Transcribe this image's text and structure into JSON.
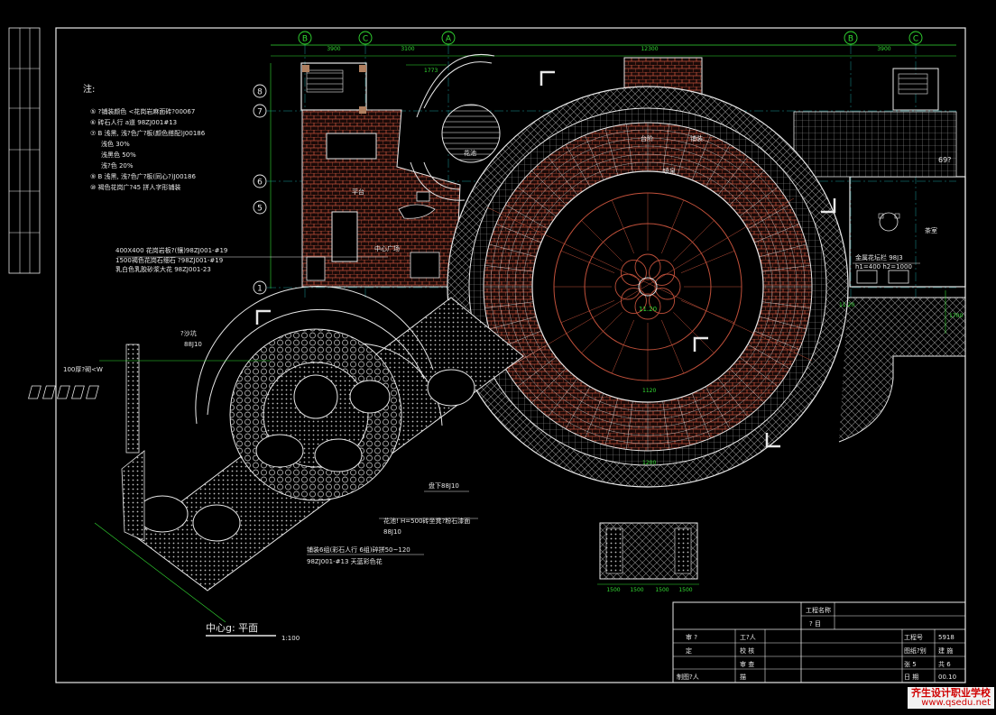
{
  "drawing": {
    "title": "中心g: 平面",
    "scale": "1:100",
    "colors": {
      "background": "#000000",
      "frame": "#e8e8e8",
      "paving_red": "#c0503a",
      "dim_green": "#33dd33",
      "pattern_grey": "#d0d0d0",
      "axis_cyan": "#20c0c0"
    }
  },
  "grid_labels": {
    "top": [
      "B",
      "C",
      "A",
      "B",
      "C"
    ],
    "left": [
      "8",
      "7",
      "6",
      "5",
      "1"
    ]
  },
  "top_dims": [
    "3900",
    "3100",
    "12300",
    "3900"
  ],
  "bottom_dims": [
    "1500",
    "1500",
    "1500",
    "1500"
  ],
  "notes": {
    "heading": "注:",
    "items": [
      "⑤ ?铺装颜色 <花岗岩麻面砖?00067",
      "⑥ 砖石人行 a道 98ZJ001#13",
      "⑦ B 浅黑, 浅?色广?板(颜色搭配)J00186",
      "浅色 30%",
      "浅黑色 50%",
      "浅?色 20%",
      "⑨ B 浅黑, 浅?色广?板(同心?)J00186",
      "⑩ 褐色花岗广?45 拼人字形铺装"
    ]
  },
  "callouts": [
    "400X400 花岗岩板?(镶)98ZJ001-#19",
    "1500褐色花岗石细石 ?98ZJ001-#19",
    "乳白色乳胶砂浆大花 98ZJ001-23"
  ],
  "plan_labels": {
    "plaza": "中心广场",
    "terrace": "平台",
    "garden": "花池",
    "room": "茶室",
    "step": "台阶",
    "fountain": "喷泉",
    "stair": "楼梯",
    "walk": "铺装",
    "pool_note": "金属花坛栏 98J3",
    "pool_h": "h1=400 h2=1000",
    "detail_ref": "?沙坑",
    "detail_ref2": "88J10",
    "planter_note": "花池! H=500砖坐凳?粉石漆面",
    "planter_ref": "88J10",
    "pave_note": "铺装6组(彩石人行 6组)碎拼50~120",
    "pave_ref": "98ZJ001-#13 天蓝彩色花",
    "stair_ref": "盘下88J10",
    "side_note": "100厚?砌<W",
    "room_label2": "69?",
    "center_elev": "11.20",
    "dim_a": "1120",
    "dim_b": "1773",
    "dim_c": "1200",
    "dim_d": "1700",
    "dim_e": "11.20"
  },
  "title_block": {
    "project_name_label": "工程名称",
    "item_label": "?  目",
    "cells": [
      "审  ?",
      "工?人",
      "工程号",
      "5918"
    ],
    "row2": [
      "定",
      "校  核",
      "图纸?别",
      "建  施"
    ],
    "row3": [
      "",
      "审  查",
      "张  5",
      "共 6"
    ],
    "row4": [
      "制图?人",
      "描",
      "日  期",
      "00.10"
    ]
  },
  "watermark": {
    "line1": "齐生设计职业学校",
    "line2": "www.qsedu.net"
  }
}
